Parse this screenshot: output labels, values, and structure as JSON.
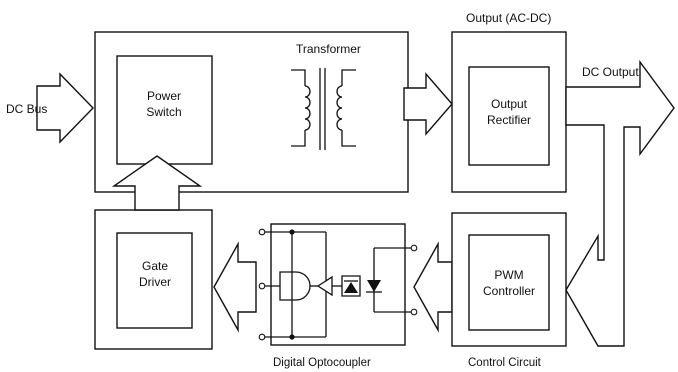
{
  "labels": {
    "dc_bus": "DC Bus",
    "transformer": "Transformer",
    "power_switch_1": "Power",
    "power_switch_2": "Switch",
    "output_title": "Output (AC-DC)",
    "output_rectifier_1": "Output",
    "output_rectifier_2": "Rectifier",
    "dc_output": "DC Output",
    "gate_driver_1": "Gate",
    "gate_driver_2": "Driver",
    "pwm_controller_1": "PWM",
    "pwm_controller_2": "Controller",
    "digital_optocoupler": "Digital Optocoupler",
    "control_circuit": "Control Circuit"
  },
  "colors": {
    "stroke": "#111111",
    "fill": "#ffffff"
  }
}
